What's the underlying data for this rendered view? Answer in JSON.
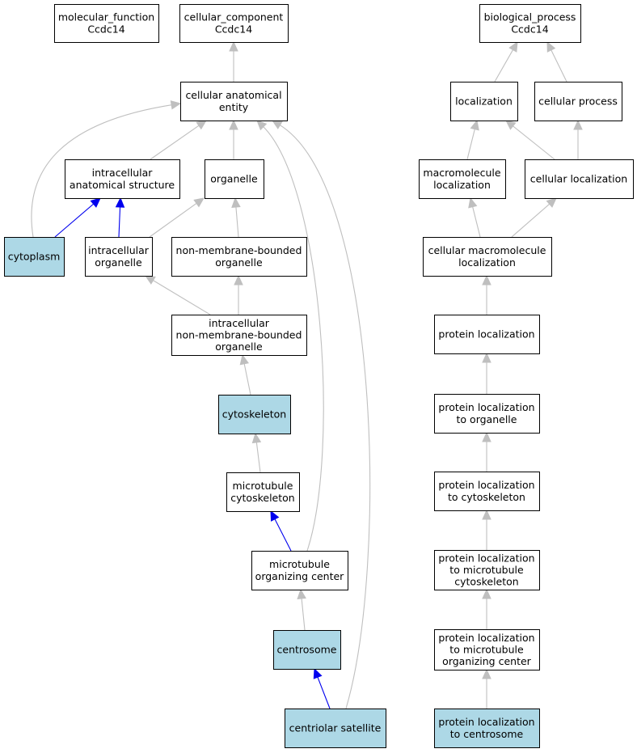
{
  "colors": {
    "node_default": "#ffffff",
    "node_highlight": "#add8e6",
    "edge_gray": "#bfbfbf",
    "edge_blue": "#0000ee"
  },
  "nodes": [
    {
      "id": "molecular_function",
      "lines": [
        "molecular_function",
        "Ccdc14"
      ],
      "highlight": false
    },
    {
      "id": "cellular_component",
      "lines": [
        "cellular_component",
        "Ccdc14"
      ],
      "highlight": false
    },
    {
      "id": "biological_process",
      "lines": [
        "biological_process",
        "Ccdc14"
      ],
      "highlight": false
    },
    {
      "id": "cellular_anatomical_entity",
      "lines": [
        "cellular anatomical",
        "entity"
      ],
      "highlight": false
    },
    {
      "id": "localization",
      "lines": [
        "localization"
      ],
      "highlight": false
    },
    {
      "id": "cellular_process",
      "lines": [
        "cellular process"
      ],
      "highlight": false
    },
    {
      "id": "intracellular_anatomical_structure",
      "lines": [
        "intracellular",
        "anatomical structure"
      ],
      "highlight": false
    },
    {
      "id": "organelle",
      "lines": [
        "organelle"
      ],
      "highlight": false
    },
    {
      "id": "macromolecule_localization",
      "lines": [
        "macromolecule",
        "localization"
      ],
      "highlight": false
    },
    {
      "id": "cellular_localization",
      "lines": [
        "cellular localization"
      ],
      "highlight": false
    },
    {
      "id": "cytoplasm",
      "lines": [
        "cytoplasm"
      ],
      "highlight": true
    },
    {
      "id": "intracellular_organelle",
      "lines": [
        "intracellular",
        "organelle"
      ],
      "highlight": false
    },
    {
      "id": "non_membrane_bounded_organelle",
      "lines": [
        "non-membrane-bounded",
        "organelle"
      ],
      "highlight": false
    },
    {
      "id": "cellular_macromolecule_localization",
      "lines": [
        "cellular macromolecule",
        "localization"
      ],
      "highlight": false
    },
    {
      "id": "intracellular_non_membrane_bounded_organelle",
      "lines": [
        "intracellular",
        "non-membrane-bounded",
        "organelle"
      ],
      "highlight": false
    },
    {
      "id": "protein_localization",
      "lines": [
        "protein localization"
      ],
      "highlight": false
    },
    {
      "id": "cytoskeleton",
      "lines": [
        "cytoskeleton"
      ],
      "highlight": true
    },
    {
      "id": "protein_localization_to_organelle",
      "lines": [
        "protein localization",
        "to organelle"
      ],
      "highlight": false
    },
    {
      "id": "microtubule_cytoskeleton",
      "lines": [
        "microtubule",
        "cytoskeleton"
      ],
      "highlight": false
    },
    {
      "id": "protein_localization_to_cytoskeleton",
      "lines": [
        "protein localization",
        "to cytoskeleton"
      ],
      "highlight": false
    },
    {
      "id": "microtubule_organizing_center",
      "lines": [
        "microtubule",
        "organizing center"
      ],
      "highlight": false
    },
    {
      "id": "protein_localization_to_microtubule_cytoskeleton",
      "lines": [
        "protein localization",
        "to microtubule",
        "cytoskeleton"
      ],
      "highlight": false
    },
    {
      "id": "centrosome",
      "lines": [
        "centrosome"
      ],
      "highlight": true
    },
    {
      "id": "protein_localization_to_microtubule_organizing_center",
      "lines": [
        "protein localization",
        "to microtubule",
        "organizing center"
      ],
      "highlight": false
    },
    {
      "id": "centriolar_satellite",
      "lines": [
        "centriolar satellite"
      ],
      "highlight": true
    },
    {
      "id": "protein_localization_to_centrosome",
      "lines": [
        "protein localization",
        "to centrosome"
      ],
      "highlight": true
    }
  ],
  "edges": [
    {
      "from": "cellular_anatomical_entity",
      "to": "cellular_component",
      "color": "gray"
    },
    {
      "from": "intracellular_anatomical_structure",
      "to": "cellular_anatomical_entity",
      "color": "gray"
    },
    {
      "from": "organelle",
      "to": "cellular_anatomical_entity",
      "color": "gray"
    },
    {
      "from": "cytoplasm",
      "to": "cellular_anatomical_entity",
      "color": "gray"
    },
    {
      "from": "cytoplasm",
      "to": "intracellular_anatomical_structure",
      "color": "blue"
    },
    {
      "from": "intracellular_organelle",
      "to": "intracellular_anatomical_structure",
      "color": "blue"
    },
    {
      "from": "intracellular_organelle",
      "to": "organelle",
      "color": "gray"
    },
    {
      "from": "non_membrane_bounded_organelle",
      "to": "organelle",
      "color": "gray"
    },
    {
      "from": "intracellular_non_membrane_bounded_organelle",
      "to": "intracellular_organelle",
      "color": "gray"
    },
    {
      "from": "intracellular_non_membrane_bounded_organelle",
      "to": "non_membrane_bounded_organelle",
      "color": "gray"
    },
    {
      "from": "cytoskeleton",
      "to": "intracellular_non_membrane_bounded_organelle",
      "color": "gray"
    },
    {
      "from": "microtubule_cytoskeleton",
      "to": "cytoskeleton",
      "color": "gray"
    },
    {
      "from": "microtubule_organizing_center",
      "to": "microtubule_cytoskeleton",
      "color": "blue"
    },
    {
      "from": "microtubule_organizing_center",
      "to": "cellular_anatomical_entity",
      "color": "gray"
    },
    {
      "from": "centrosome",
      "to": "microtubule_organizing_center",
      "color": "gray"
    },
    {
      "from": "centriolar_satellite",
      "to": "centrosome",
      "color": "blue"
    },
    {
      "from": "centriolar_satellite",
      "to": "cellular_anatomical_entity",
      "color": "gray"
    },
    {
      "from": "localization",
      "to": "biological_process",
      "color": "gray"
    },
    {
      "from": "cellular_process",
      "to": "biological_process",
      "color": "gray"
    },
    {
      "from": "macromolecule_localization",
      "to": "localization",
      "color": "gray"
    },
    {
      "from": "cellular_localization",
      "to": "localization",
      "color": "gray"
    },
    {
      "from": "cellular_localization",
      "to": "cellular_process",
      "color": "gray"
    },
    {
      "from": "cellular_macromolecule_localization",
      "to": "macromolecule_localization",
      "color": "gray"
    },
    {
      "from": "cellular_macromolecule_localization",
      "to": "cellular_localization",
      "color": "gray"
    },
    {
      "from": "protein_localization",
      "to": "cellular_macromolecule_localization",
      "color": "gray"
    },
    {
      "from": "protein_localization_to_organelle",
      "to": "protein_localization",
      "color": "gray"
    },
    {
      "from": "protein_localization_to_cytoskeleton",
      "to": "protein_localization_to_organelle",
      "color": "gray"
    },
    {
      "from": "protein_localization_to_microtubule_cytoskeleton",
      "to": "protein_localization_to_cytoskeleton",
      "color": "gray"
    },
    {
      "from": "protein_localization_to_microtubule_organizing_center",
      "to": "protein_localization_to_microtubule_cytoskeleton",
      "color": "gray"
    },
    {
      "from": "protein_localization_to_centrosome",
      "to": "protein_localization_to_microtubule_organizing_center",
      "color": "gray"
    }
  ]
}
